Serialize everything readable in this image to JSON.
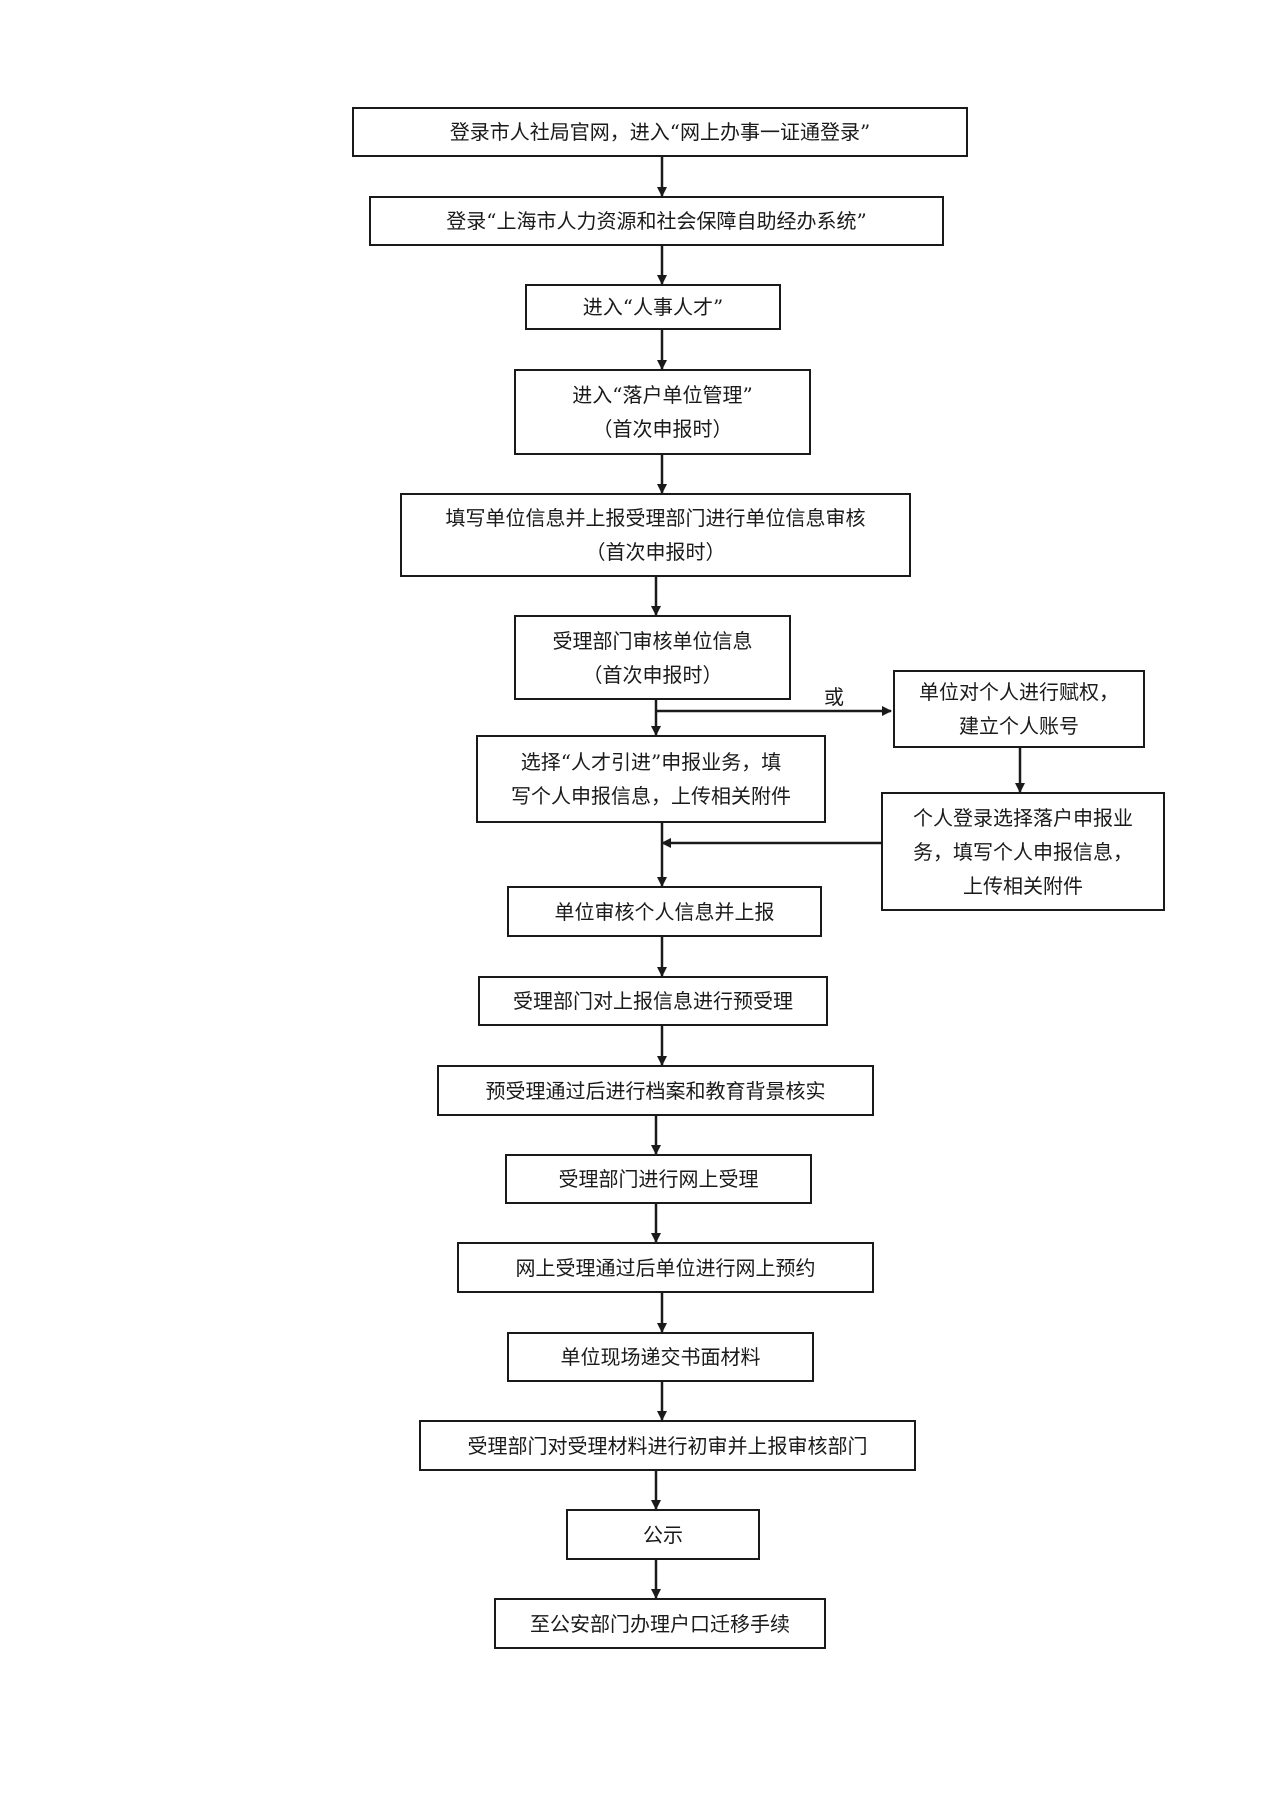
{
  "steps": {
    "s1": "登录市人社局官网，进入“网上办事一证通登录”",
    "s2": "登录“上海市人力资源和社会保障自助经办系统”",
    "s3": "进入“人事人才”",
    "s4": {
      "line1": "进入“落户单位管理”",
      "line2": "（首次申报时）"
    },
    "s5": {
      "line1": "填写单位信息并上报受理部门进行单位信息审核",
      "line2": "（首次申报时）"
    },
    "s6": {
      "line1": "受理部门审核单位信息",
      "line2": "（首次申报时）"
    },
    "s7": {
      "line1": "选择“人才引进”申报业务，填",
      "line2": "写个人申报信息，上传相关附件"
    },
    "b1": {
      "line1": "单位对个人进行赋权，",
      "line2": "建立个人账号"
    },
    "b2": {
      "line1": "个人登录选择落户申报业",
      "line2": "务，填写个人申报信息，",
      "line3": "上传相关附件"
    },
    "s8": "单位审核个人信息并上报",
    "s9": "受理部门对上报信息进行预受理",
    "s10": "预受理通过后进行档案和教育背景核实",
    "s11": "受理部门进行网上受理",
    "s12": "网上受理通过后单位进行网上预约",
    "s13": "单位现场递交书面材料",
    "s14": "受理部门对受理材料进行初审并上报审核部门",
    "s15": "公示",
    "s16": "至公安部门办理户口迁移手续"
  },
  "branch_label": "或",
  "colors": {
    "line": "#1a1a1a",
    "background": "#ffffff"
  }
}
